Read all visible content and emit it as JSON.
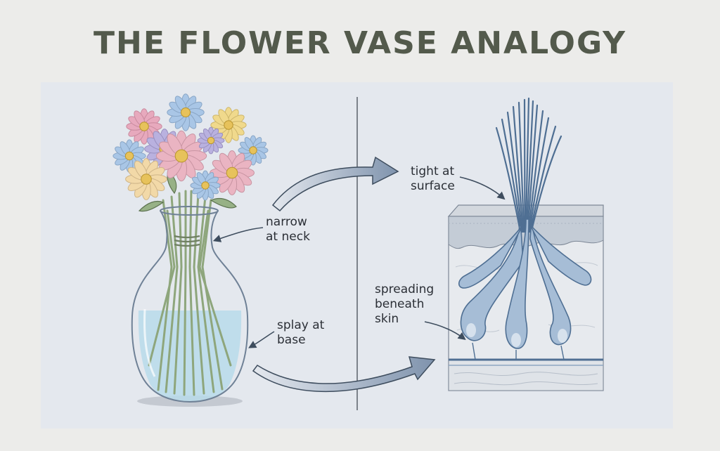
{
  "title": "THE FLOWER VASE ANALOGY",
  "labels": {
    "narrow_at_neck": "narrow\nat neck",
    "splay_at_base": "splay at\nbase",
    "tight_at_surface": "tight at\nsurface",
    "spreading_beneath_skin": "spreading\nbeneath\nskin"
  },
  "colors": {
    "title": "#535a4c",
    "panel": "#e4e8ee",
    "arrow": "#3e4d5e",
    "hair": "#5f7ea3",
    "water": "#b9dbea",
    "stem": "#8ea67c"
  }
}
